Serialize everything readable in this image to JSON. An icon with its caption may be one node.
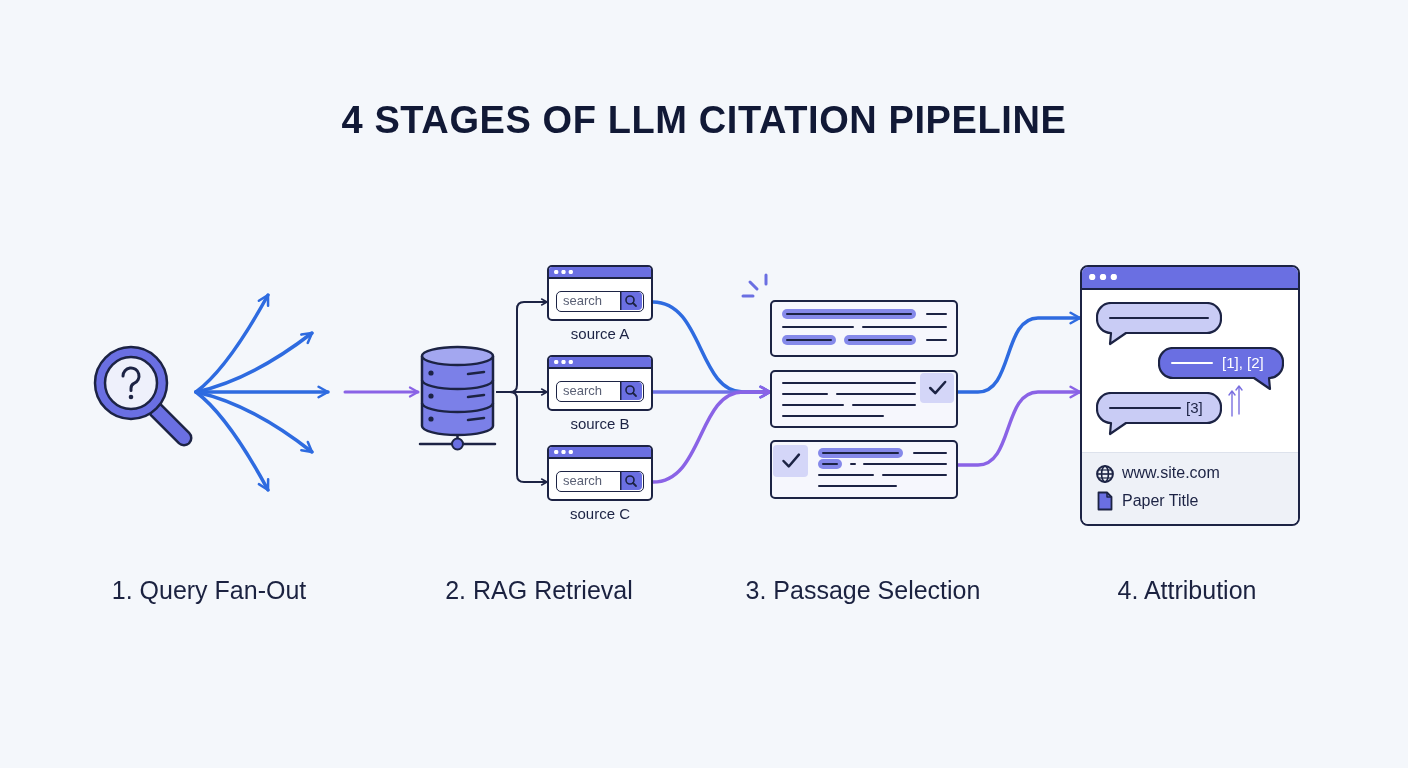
{
  "diagram": {
    "title": "4 STAGES OF LLM CITATION PIPELINE",
    "nodes": [
      {
        "text": [],
        "shape": "picture"
      },
      {
        "text": [],
        "shape": "cylinder"
      },
      {
        "text": [
          "search"
        ],
        "beside": [
          "source A"
        ]
      },
      {
        "text": [
          "search"
        ],
        "beside": [
          "source B"
        ]
      },
      {
        "text": [
          "search"
        ],
        "beside": [
          "source C"
        ]
      },
      {
        "text": [],
        "shape": "box"
      },
      {
        "text": [],
        "shape": "box"
      },
      {
        "text": [],
        "shape": "box"
      },
      {
        "text": [],
        "shape": "box"
      },
      {
        "text": [],
        "shape": "bubble",
        "in": 8
      },
      {
        "text": [
          "[1], [2]"
        ],
        "in": 8
      },
      {
        "text": [
          "[3]"
        ],
        "in": 8
      },
      {
        "text": [
          "www.site.com",
          "Paper Title"
        ],
        "in": 8
      }
    ],
    "edges": [
      {
        "from": 0,
        "to": null,
        "arrow": "to"
      },
      {
        "from": 0,
        "to": null,
        "arrow": "to"
      },
      {
        "from": 0,
        "to": null,
        "arrow": "to"
      },
      {
        "from": 0,
        "to": null,
        "arrow": "to"
      },
      {
        "from": 0,
        "to": null,
        "arrow": "to"
      },
      {
        "from": null,
        "to": 1,
        "arrow": "to",
        "color": "#8a63e6"
      },
      {
        "from": 1,
        "to": 2,
        "arrow": "to",
        "color": "#1c2344"
      },
      {
        "from": 1,
        "to": 3,
        "arrow": "to",
        "color": "#1c2344"
      },
      {
        "from": 1,
        "to": 4,
        "arrow": "to",
        "color": "#1c2344"
      },
      {
        "from": 2,
        "to": 6,
        "arrow": "to"
      },
      {
        "from": 3,
        "to": 6,
        "arrow": "to",
        "color": "#6e72e6"
      },
      {
        "from": 4,
        "to": 6,
        "arrow": "to",
        "color": "#8a63e6"
      },
      {
        "from": 6,
        "to": 8,
        "arrow": "to"
      },
      {
        "from": 7,
        "to": 8,
        "arrow": "to",
        "color": "#8a63e6"
      }
    ],
    "labels": [
      "1. Query Fan-Out",
      "2. RAG Retrieval",
      "3. Passage Selection",
      "4. Attribution"
    ]
  }
}
